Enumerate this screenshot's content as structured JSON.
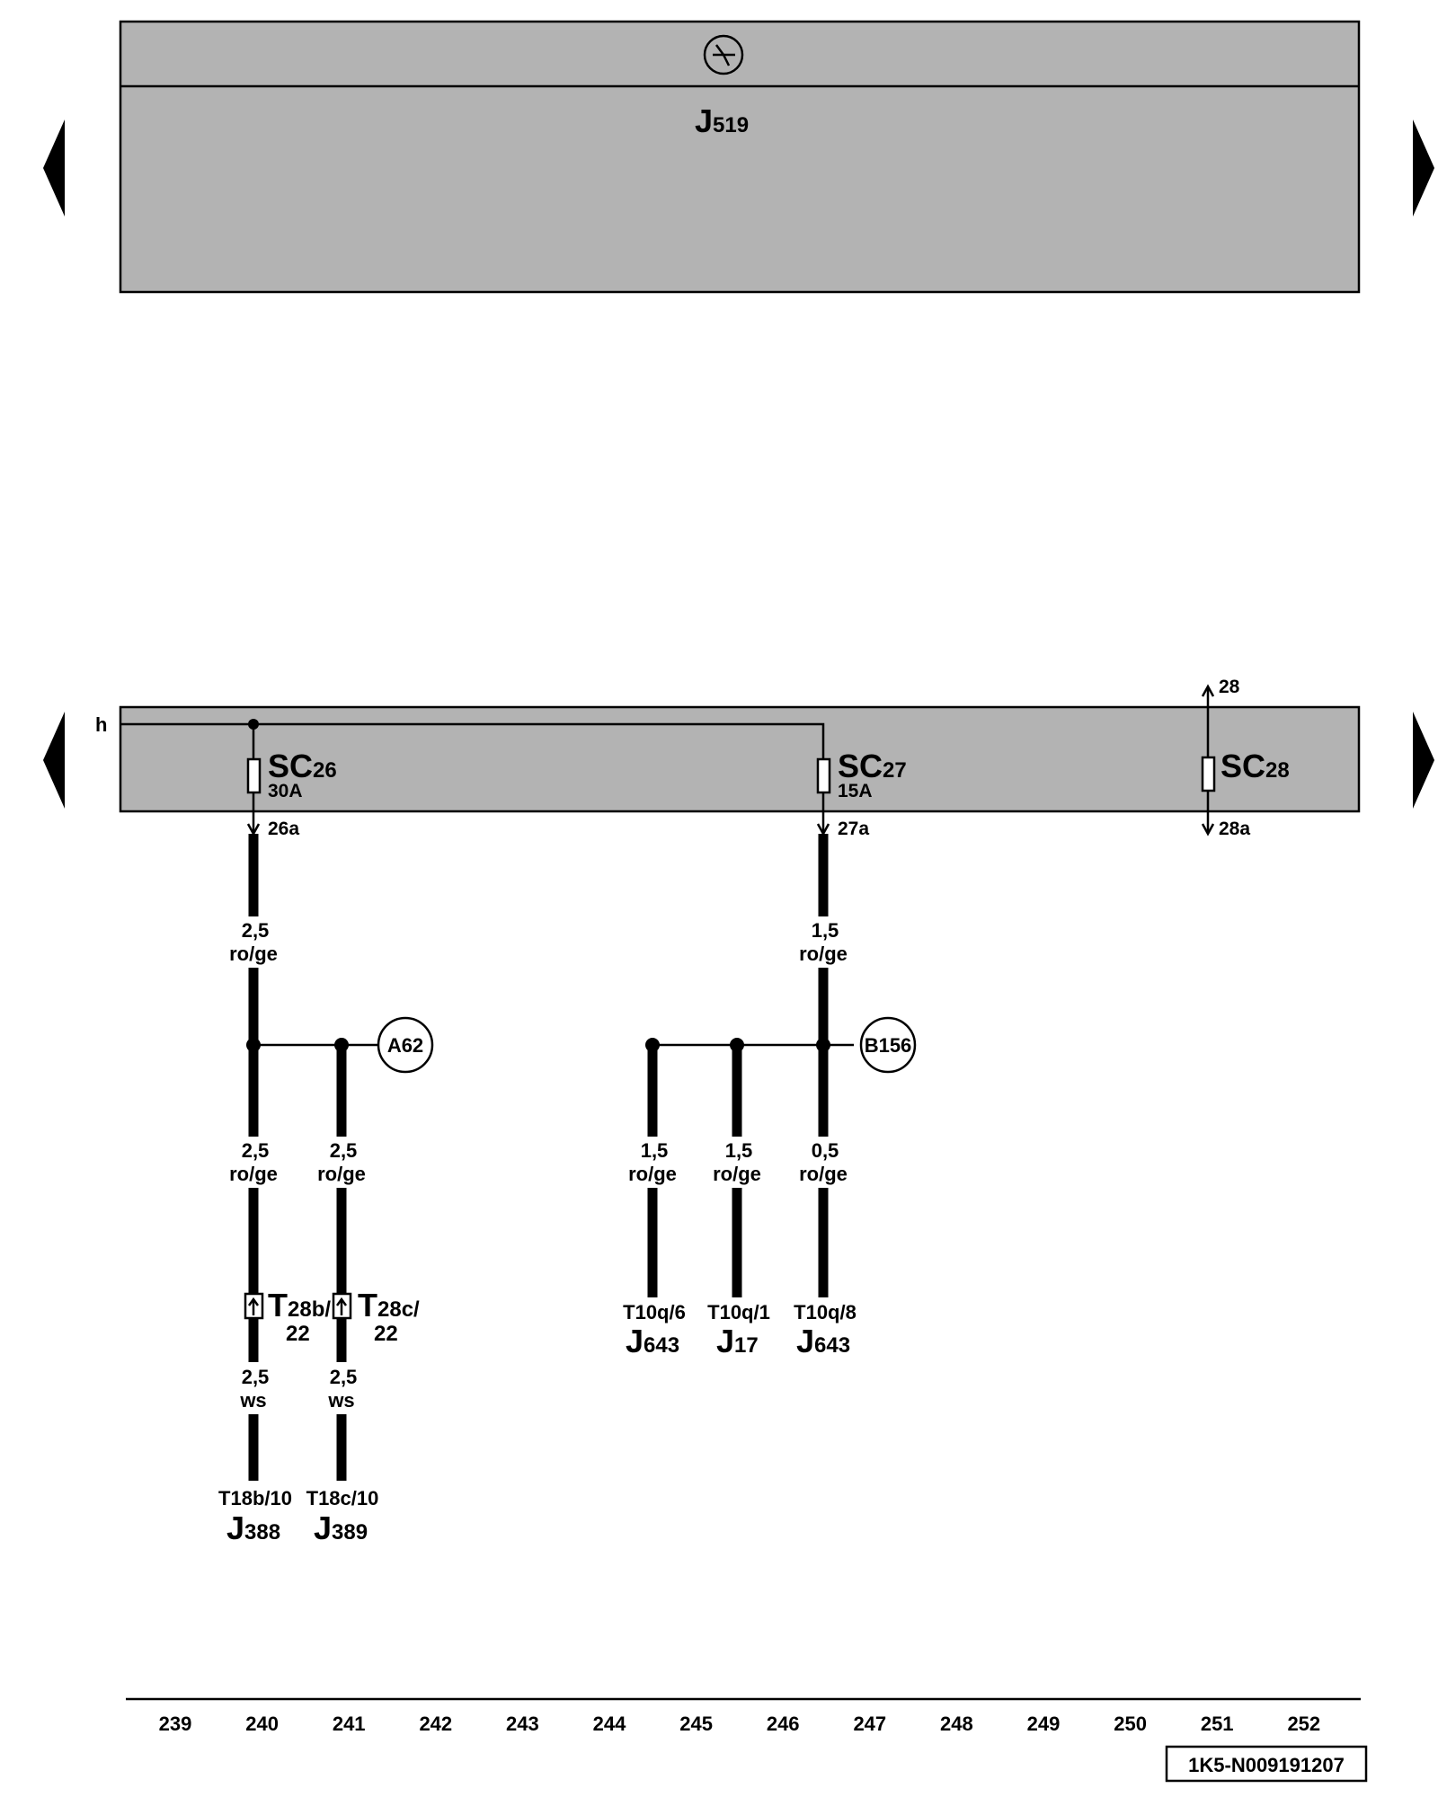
{
  "top_unit": {
    "name": "J",
    "sub": "519",
    "color": "#b3b3b3"
  },
  "fuse_panel": {
    "feed_label": "h",
    "fuses": [
      {
        "id": "SC",
        "num": "26",
        "rating": "30A",
        "out": "26a"
      },
      {
        "id": "SC",
        "num": "27",
        "rating": "15A",
        "out": "27a"
      },
      {
        "id": "SC",
        "num": "28",
        "rating": "",
        "in": "28",
        "out": "28a"
      }
    ]
  },
  "wires": {
    "w1": {
      "size": "2,5",
      "color": "ro/ge"
    },
    "w2": {
      "size": "1,5",
      "color": "ro/ge"
    },
    "w3": {
      "size": "2,5",
      "color": "ro/ge"
    },
    "w4": {
      "size": "2,5",
      "color": "ro/ge"
    },
    "w5": {
      "size": "2,5",
      "color": "ws"
    },
    "w6": {
      "size": "2,5",
      "color": "ws"
    },
    "w7": {
      "size": "1,5",
      "color": "ro/ge"
    },
    "w8": {
      "size": "1,5",
      "color": "ro/ge"
    },
    "w9": {
      "size": "0,5",
      "color": "ro/ge"
    }
  },
  "splices": {
    "a": "A62",
    "b": "B156"
  },
  "inline_connectors": [
    {
      "main": "T",
      "line1": "28b/",
      "line2": "22"
    },
    {
      "main": "T",
      "line1": "28c/",
      "line2": "22"
    }
  ],
  "terminals": [
    {
      "pin": "T18b/10",
      "unit": "J",
      "sub": "388"
    },
    {
      "pin": "T18c/10",
      "unit": "J",
      "sub": "389"
    },
    {
      "pin": "T10q/6",
      "unit": "J",
      "sub": "643"
    },
    {
      "pin": "T10q/1",
      "unit": "J",
      "sub": "17"
    },
    {
      "pin": "T10q/8",
      "unit": "J",
      "sub": "643"
    }
  ],
  "grid_numbers": [
    "239",
    "240",
    "241",
    "242",
    "243",
    "244",
    "245",
    "246",
    "247",
    "248",
    "249",
    "250",
    "251",
    "252"
  ],
  "doc_id": "1K5-N009191207"
}
